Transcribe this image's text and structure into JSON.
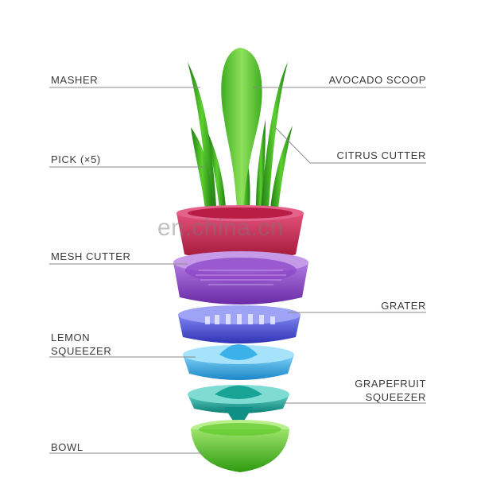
{
  "labels": {
    "masher": "MASHER",
    "pick": "PICK (×5)",
    "mesh_cutter": "MESH CUTTER",
    "lemon_squeezer_1": "LEMON",
    "lemon_squeezer_2": "SQUEEZER",
    "bowl": "BOWL",
    "avocado_scoop": "AVOCADO SCOOP",
    "citrus_cutter": "CITRUS CUTTER",
    "grater": "GRATER",
    "grapefruit_squeezer_1": "GRAPEFRUIT",
    "grapefruit_squeezer_2": "SQUEEZER"
  },
  "watermark": "en.china.cn",
  "colors": {
    "leaf": "#3aa521",
    "leaf_light": "#7ed44a",
    "red_ring": "#c8204a",
    "purple": "#8a3fc4",
    "blue": "#4a4fd6",
    "cyan": "#2ea8e6",
    "teal": "#16a59a",
    "green_bowl": "#4cbf1f",
    "line": "#7a7a7a"
  }
}
